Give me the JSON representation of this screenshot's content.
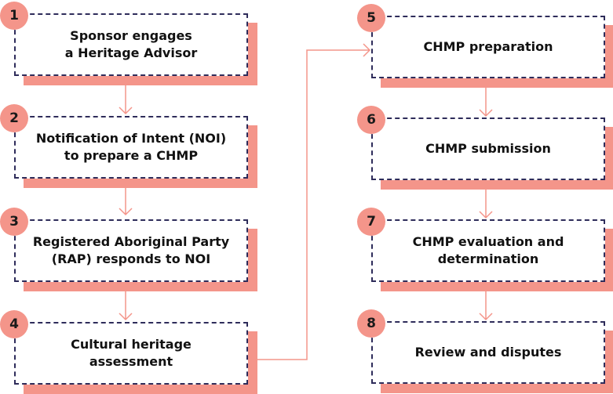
{
  "colors": {
    "accent": "#f4958a",
    "border": "#2e2c5a",
    "text": "#111111"
  },
  "steps": [
    {
      "number": "1",
      "label": "Sponsor engages\na Heritage Advisor"
    },
    {
      "number": "2",
      "label": "Notification of Intent (NOI)\nto prepare a CHMP"
    },
    {
      "number": "3",
      "label": "Registered Aboriginal Party\n(RAP) responds to NOI"
    },
    {
      "number": "4",
      "label": "Cultural heritage\nassessment"
    },
    {
      "number": "5",
      "label": "CHMP preparation"
    },
    {
      "number": "6",
      "label": "CHMP submission"
    },
    {
      "number": "7",
      "label": "CHMP evaluation and\ndetermination"
    },
    {
      "number": "8",
      "label": "Review and disputes"
    }
  ]
}
